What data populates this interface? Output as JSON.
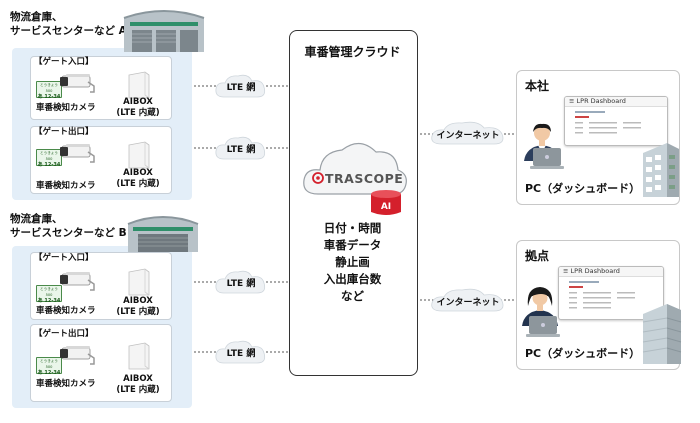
{
  "sites": [
    {
      "title": "物流倉庫、\nサービスセンターなど A",
      "gates": [
        {
          "label": "【ゲート入口】",
          "camera": "車番検知カメラ",
          "aibox": "AIBOX\n(LTE 内蔵)",
          "network": "LTE 網",
          "plate_top": "とうきょう 500",
          "plate_bottom": "あ 12-34"
        },
        {
          "label": "【ゲート出口】",
          "camera": "車番検知カメラ",
          "aibox": "AIBOX\n(LTE 内蔵)",
          "network": "LTE 網",
          "plate_top": "とうきょう 500",
          "plate_bottom": "あ 12-34"
        }
      ]
    },
    {
      "title": "物流倉庫、\nサービスセンターなど B",
      "gates": [
        {
          "label": "【ゲート入口】",
          "camera": "車番検知カメラ",
          "aibox": "AIBOX\n(LTE 内蔵)",
          "network": "LTE 網",
          "plate_top": "とうきょう 500",
          "plate_bottom": "あ 12-34"
        },
        {
          "label": "【ゲート出口】",
          "camera": "車番検知カメラ",
          "aibox": "AIBOX\n(LTE 内蔵)",
          "network": "LTE 網",
          "plate_top": "とうきょう 500",
          "plate_bottom": "あ 12-34"
        }
      ]
    }
  ],
  "cloud": {
    "title": "車番管理クラウド",
    "logo": "TRASCOPE",
    "ai_badge": "AI",
    "data_items": [
      "日付・時間",
      "車番データ",
      "静止画",
      "入出庫台数",
      "など"
    ]
  },
  "offices": [
    {
      "title": "本社",
      "network": "インターネット",
      "pc_label": "PC（ダッシュボード）",
      "dashboard_title": "LPR Dashboard"
    },
    {
      "title": "拠点",
      "network": "インターネット",
      "pc_label": "PC（ダッシュボード）",
      "dashboard_title": "LPR Dashboard"
    }
  ],
  "colors": {
    "site_panel": "#e3eef8",
    "accent_red": "#d4202c",
    "cloud_gray": "#9aa0a6",
    "line": "#555555"
  }
}
